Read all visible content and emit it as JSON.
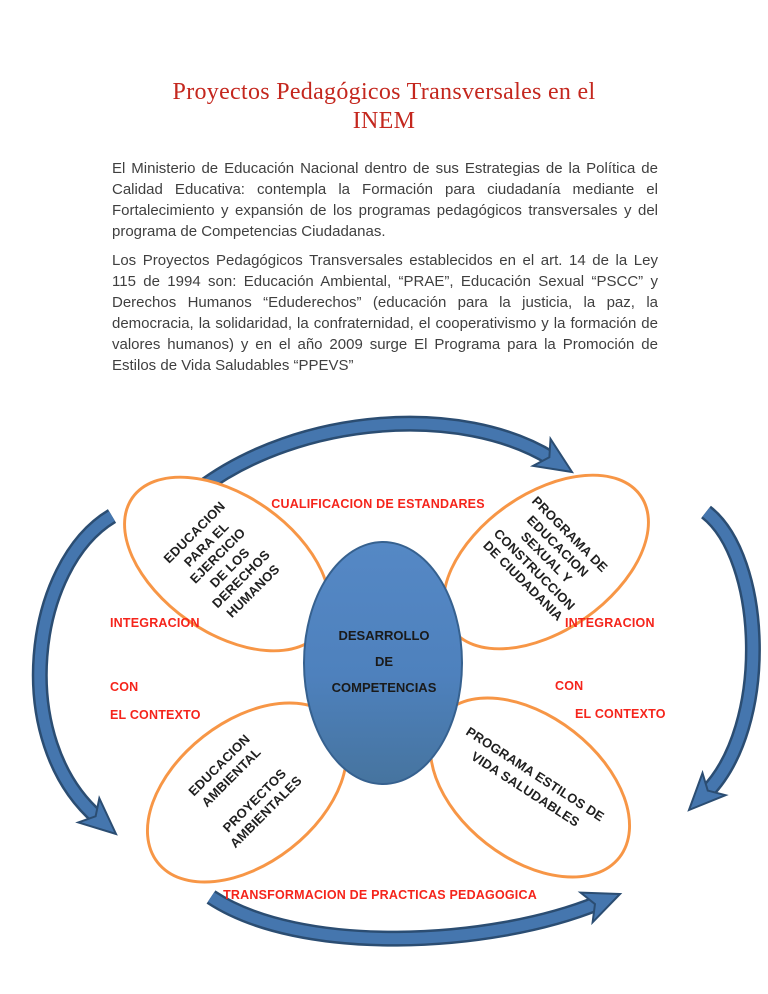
{
  "doc": {
    "title_line1": "Proyectos Pedagógicos Transversales en el",
    "title_line2": "INEM",
    "paragraph1": "El Ministerio de Educación Nacional dentro de sus Estrategias de la Política de Calidad Educativa: contempla la Formación para ciudadanía mediante el Fortalecimiento y expansión de los programas pedagógicos transversales y del programa de Competencias Ciudadanas.",
    "paragraph2": "Los Proyectos Pedagógicos Transversales establecidos en el art. 14 de la Ley 115 de 1994 son: Educación Ambiental, “PRAE”, Educación Sexual “PSCC” y Derechos Humanos “Eduderechos” (educación para la justicia, la paz, la democracia, la solidaridad, la confraternidad, el cooperativismo y la formación de valores humanos) y en el año 2009 surge El Programa para la Promoción de Estilos de Vida Saludables “PPEVS”"
  },
  "diagram": {
    "center": {
      "lines": [
        "DESARROLLO",
        "DE",
        "COMPETENCIAS"
      ]
    },
    "petals": {
      "top_left": {
        "lines": [
          "EDUCACION",
          "PARA EL",
          "EJERCICIO",
          "DE LOS",
          "DERECHOS",
          "HUMANOS"
        ]
      },
      "top_right": {
        "lines": [
          "PROGRAMA DE",
          "EDUCACION",
          "SEXUAL Y",
          "CONSTRUCCION",
          "DE CIUDADANIA"
        ]
      },
      "bottom_left": {
        "lines": [
          "EDUCACION",
          "AMBIENTAL",
          " ",
          "PROYECTOS",
          "AMBIENTALES"
        ]
      },
      "bottom_right": {
        "lines": [
          "PROGRAMA ESTILOS DE",
          "VIDA SALUDABLES"
        ]
      }
    },
    "labels": {
      "top": "CUALIFICACION DE ESTANDARES",
      "bottom": "TRANSFORMACION DE PRACTICAS PEDAGOGICA",
      "left": [
        "INTEGRACION",
        "CON",
        "EL CONTEXTO"
      ],
      "right": [
        "INTEGRACION",
        "CON",
        "EL CONTEXTO"
      ]
    },
    "colors": {
      "petal_outline_orange": "#f79646",
      "arrow_blue": "#4576ae",
      "arrow_outline": "#2b4d72",
      "center_fill_blue": "#4e81bd",
      "label_red": "#f5241b",
      "title_red": "#c4271e",
      "body_text": "#3f3f3f"
    }
  }
}
